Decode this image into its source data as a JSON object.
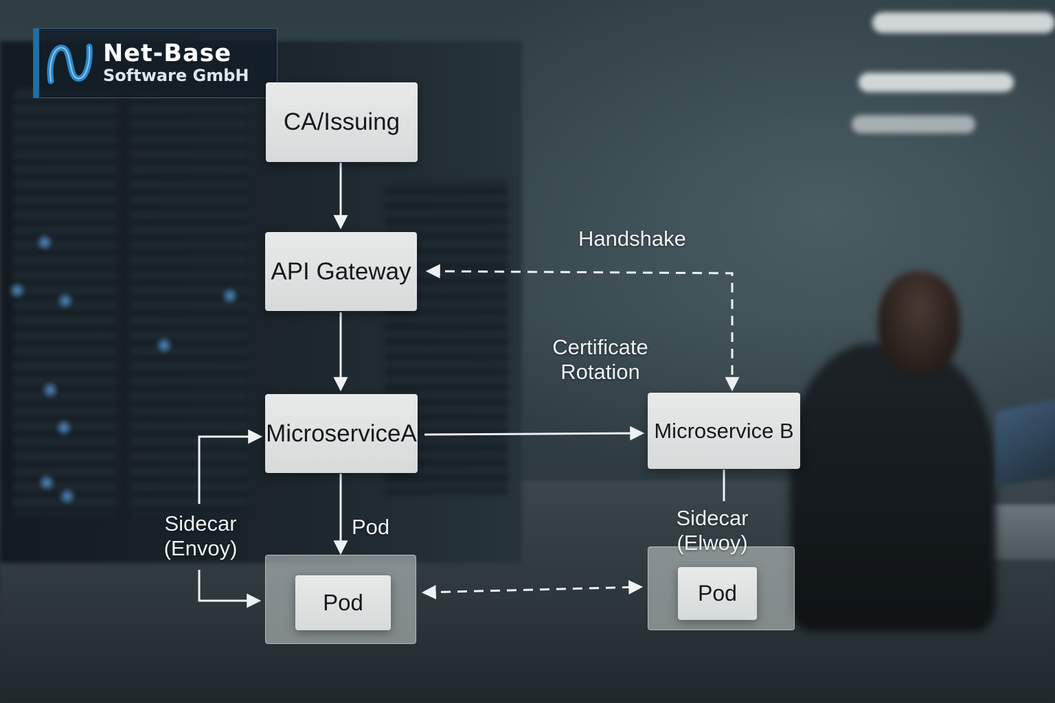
{
  "logo": {
    "name": "Net-Base",
    "subtitle": "Software GmbH",
    "colors": {
      "accent": "#1d6fa8",
      "mark": "#2a86c8"
    }
  },
  "nodes": {
    "ca": "CA/Issuing",
    "gateway": "API Gateway",
    "service_a": "MicroserviceA",
    "service_b": "Microservice B",
    "pod_a": "Pod",
    "pod_b": "Pod"
  },
  "labels": {
    "handshake": "Handshake",
    "cert_rotation_line1": "Certificate",
    "cert_rotation_line2": "Rotation",
    "pod_arrow": "Pod",
    "sidecar_a_line1": "Sidecar",
    "sidecar_a_line2": "(Envoy)",
    "sidecar_b_line1": "Sidecar",
    "sidecar_b_line2": "(Elwoy)"
  },
  "colors": {
    "box_fill": "#e2e4e4",
    "arrow": "#eef2f3",
    "text_dark": "#15191b"
  }
}
